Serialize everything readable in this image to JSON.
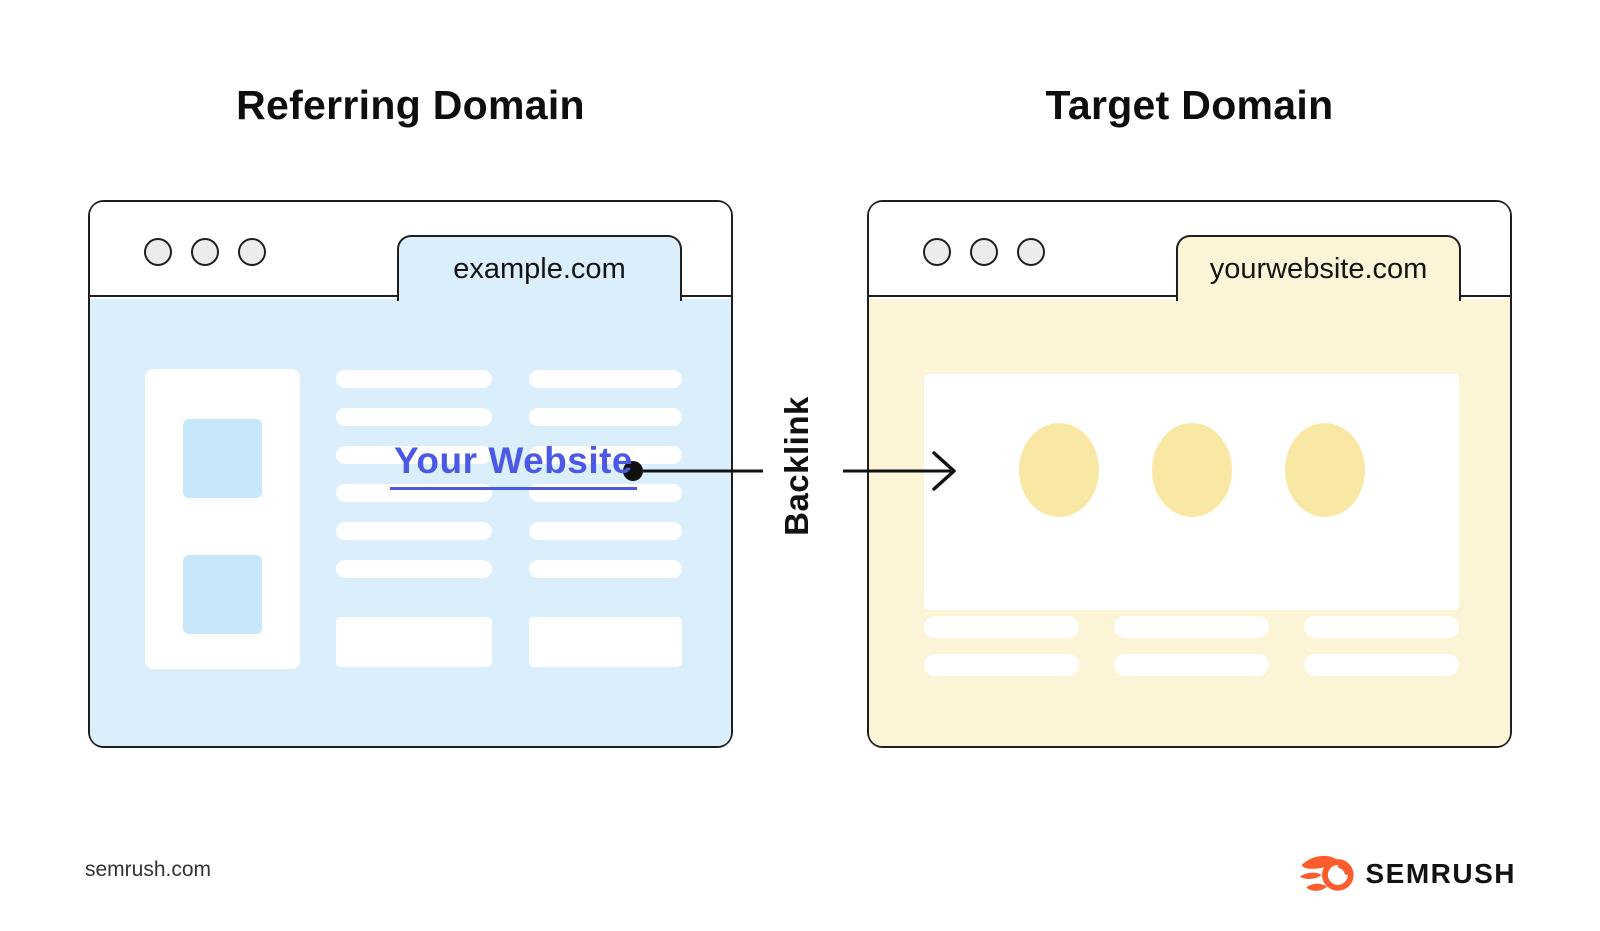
{
  "left_panel": {
    "title": "Referring Domain",
    "tab_label": "example.com",
    "link_text": "Your Website",
    "colors": {
      "content_bg": "#dbeefb",
      "accent_block": "#c7e8fa",
      "link": "#4b59e4"
    }
  },
  "right_panel": {
    "title": "Target Domain",
    "tab_label": "yourwebsite.com",
    "colors": {
      "content_bg": "#fcf4d6",
      "accent_block": "#f9e8a3"
    }
  },
  "connector": {
    "label": "Backlink",
    "color": "#111111"
  },
  "footer": {
    "site": "semrush.com",
    "brand": "SEMRUSH",
    "brand_color": "#ff5c2e"
  }
}
